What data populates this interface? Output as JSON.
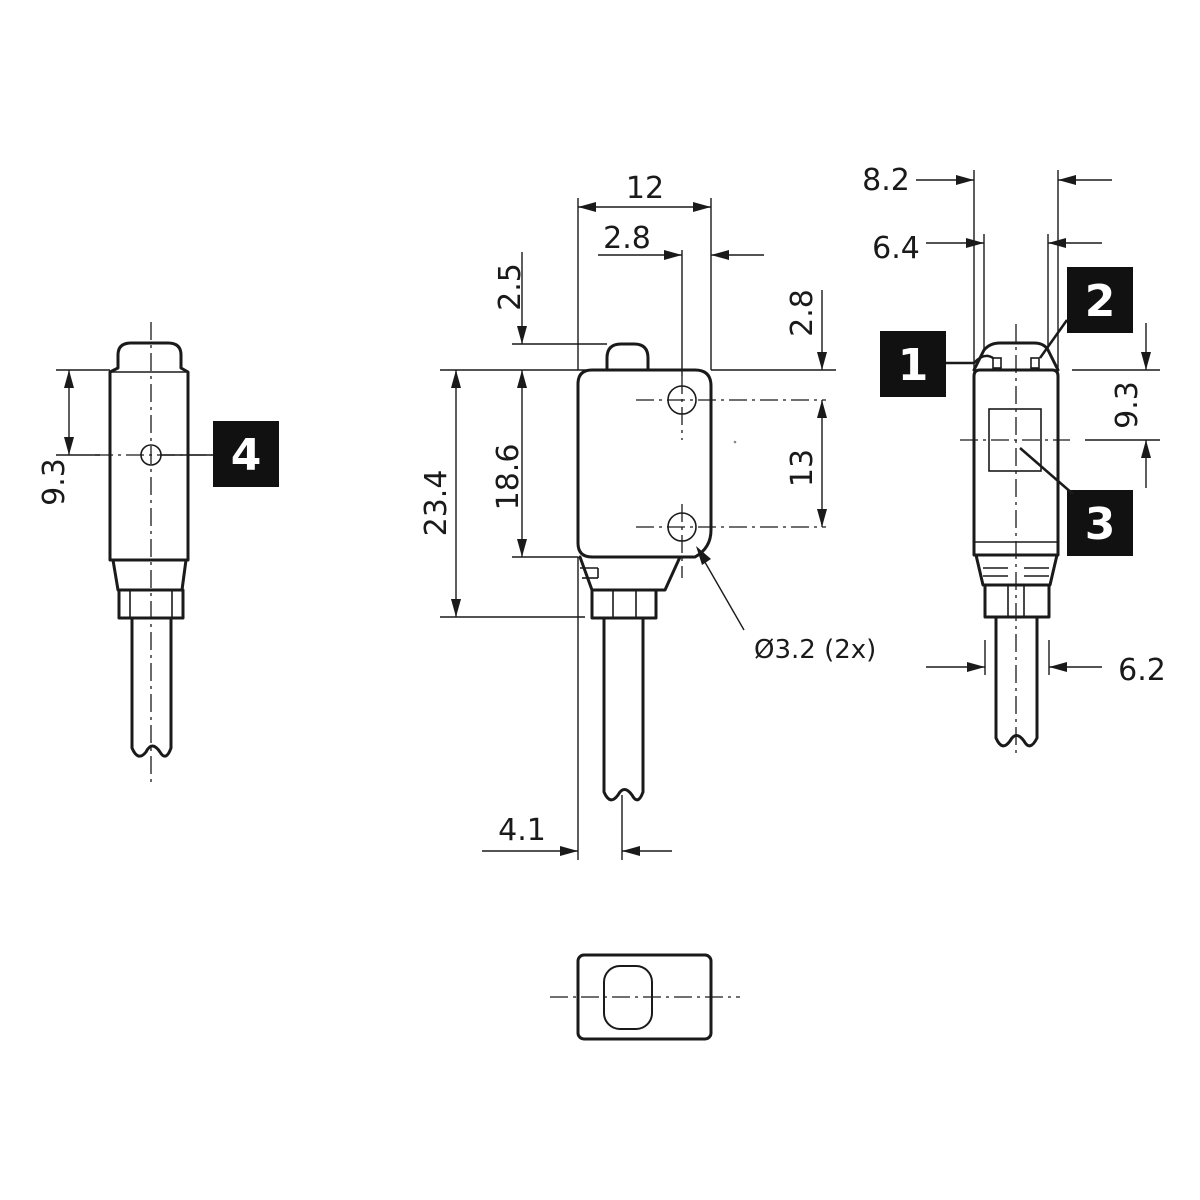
{
  "dimensions": {
    "width_12": "12",
    "offset_2_8_top": "2.8",
    "tab_2_5": "2.5",
    "offset_2_8_right": "2.8",
    "hole_pitch_13": "13",
    "body_18_6": "18.6",
    "overall_23_4": "23.4",
    "hole_diameter": "Ø3.2 (2x)",
    "cable_offset_4_1": "4.1",
    "side_9_3_left": "9.3",
    "right_8_2": "8.2",
    "right_6_4": "6.4",
    "right_9_3": "9.3",
    "right_6_2": "6.2"
  },
  "callouts": [
    {
      "number": "1"
    },
    {
      "number": "2"
    },
    {
      "number": "3"
    },
    {
      "number": "4"
    }
  ]
}
